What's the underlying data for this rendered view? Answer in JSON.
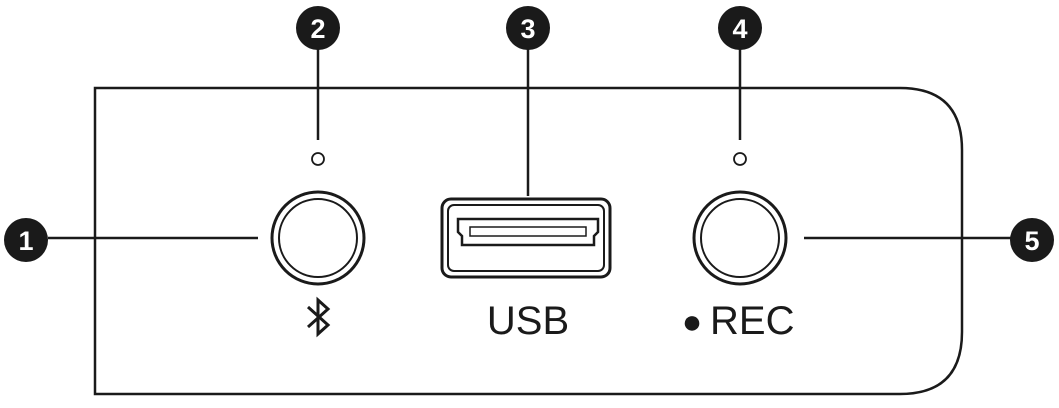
{
  "callouts": [
    {
      "number": "1",
      "target": "bluetooth-button"
    },
    {
      "number": "2",
      "target": "bluetooth-indicator-led"
    },
    {
      "number": "3",
      "target": "usb-port"
    },
    {
      "number": "4",
      "target": "rec-indicator-led"
    },
    {
      "number": "5",
      "target": "rec-button"
    }
  ],
  "labels": {
    "usb": "USB",
    "rec": "REC",
    "rec_dot": "●"
  },
  "icons": {
    "bluetooth": "bluetooth-icon"
  },
  "colors": {
    "ink": "#1a1a1a",
    "callout_fill": "#1a1a1a",
    "callout_text": "#ffffff",
    "background": "#ffffff"
  }
}
